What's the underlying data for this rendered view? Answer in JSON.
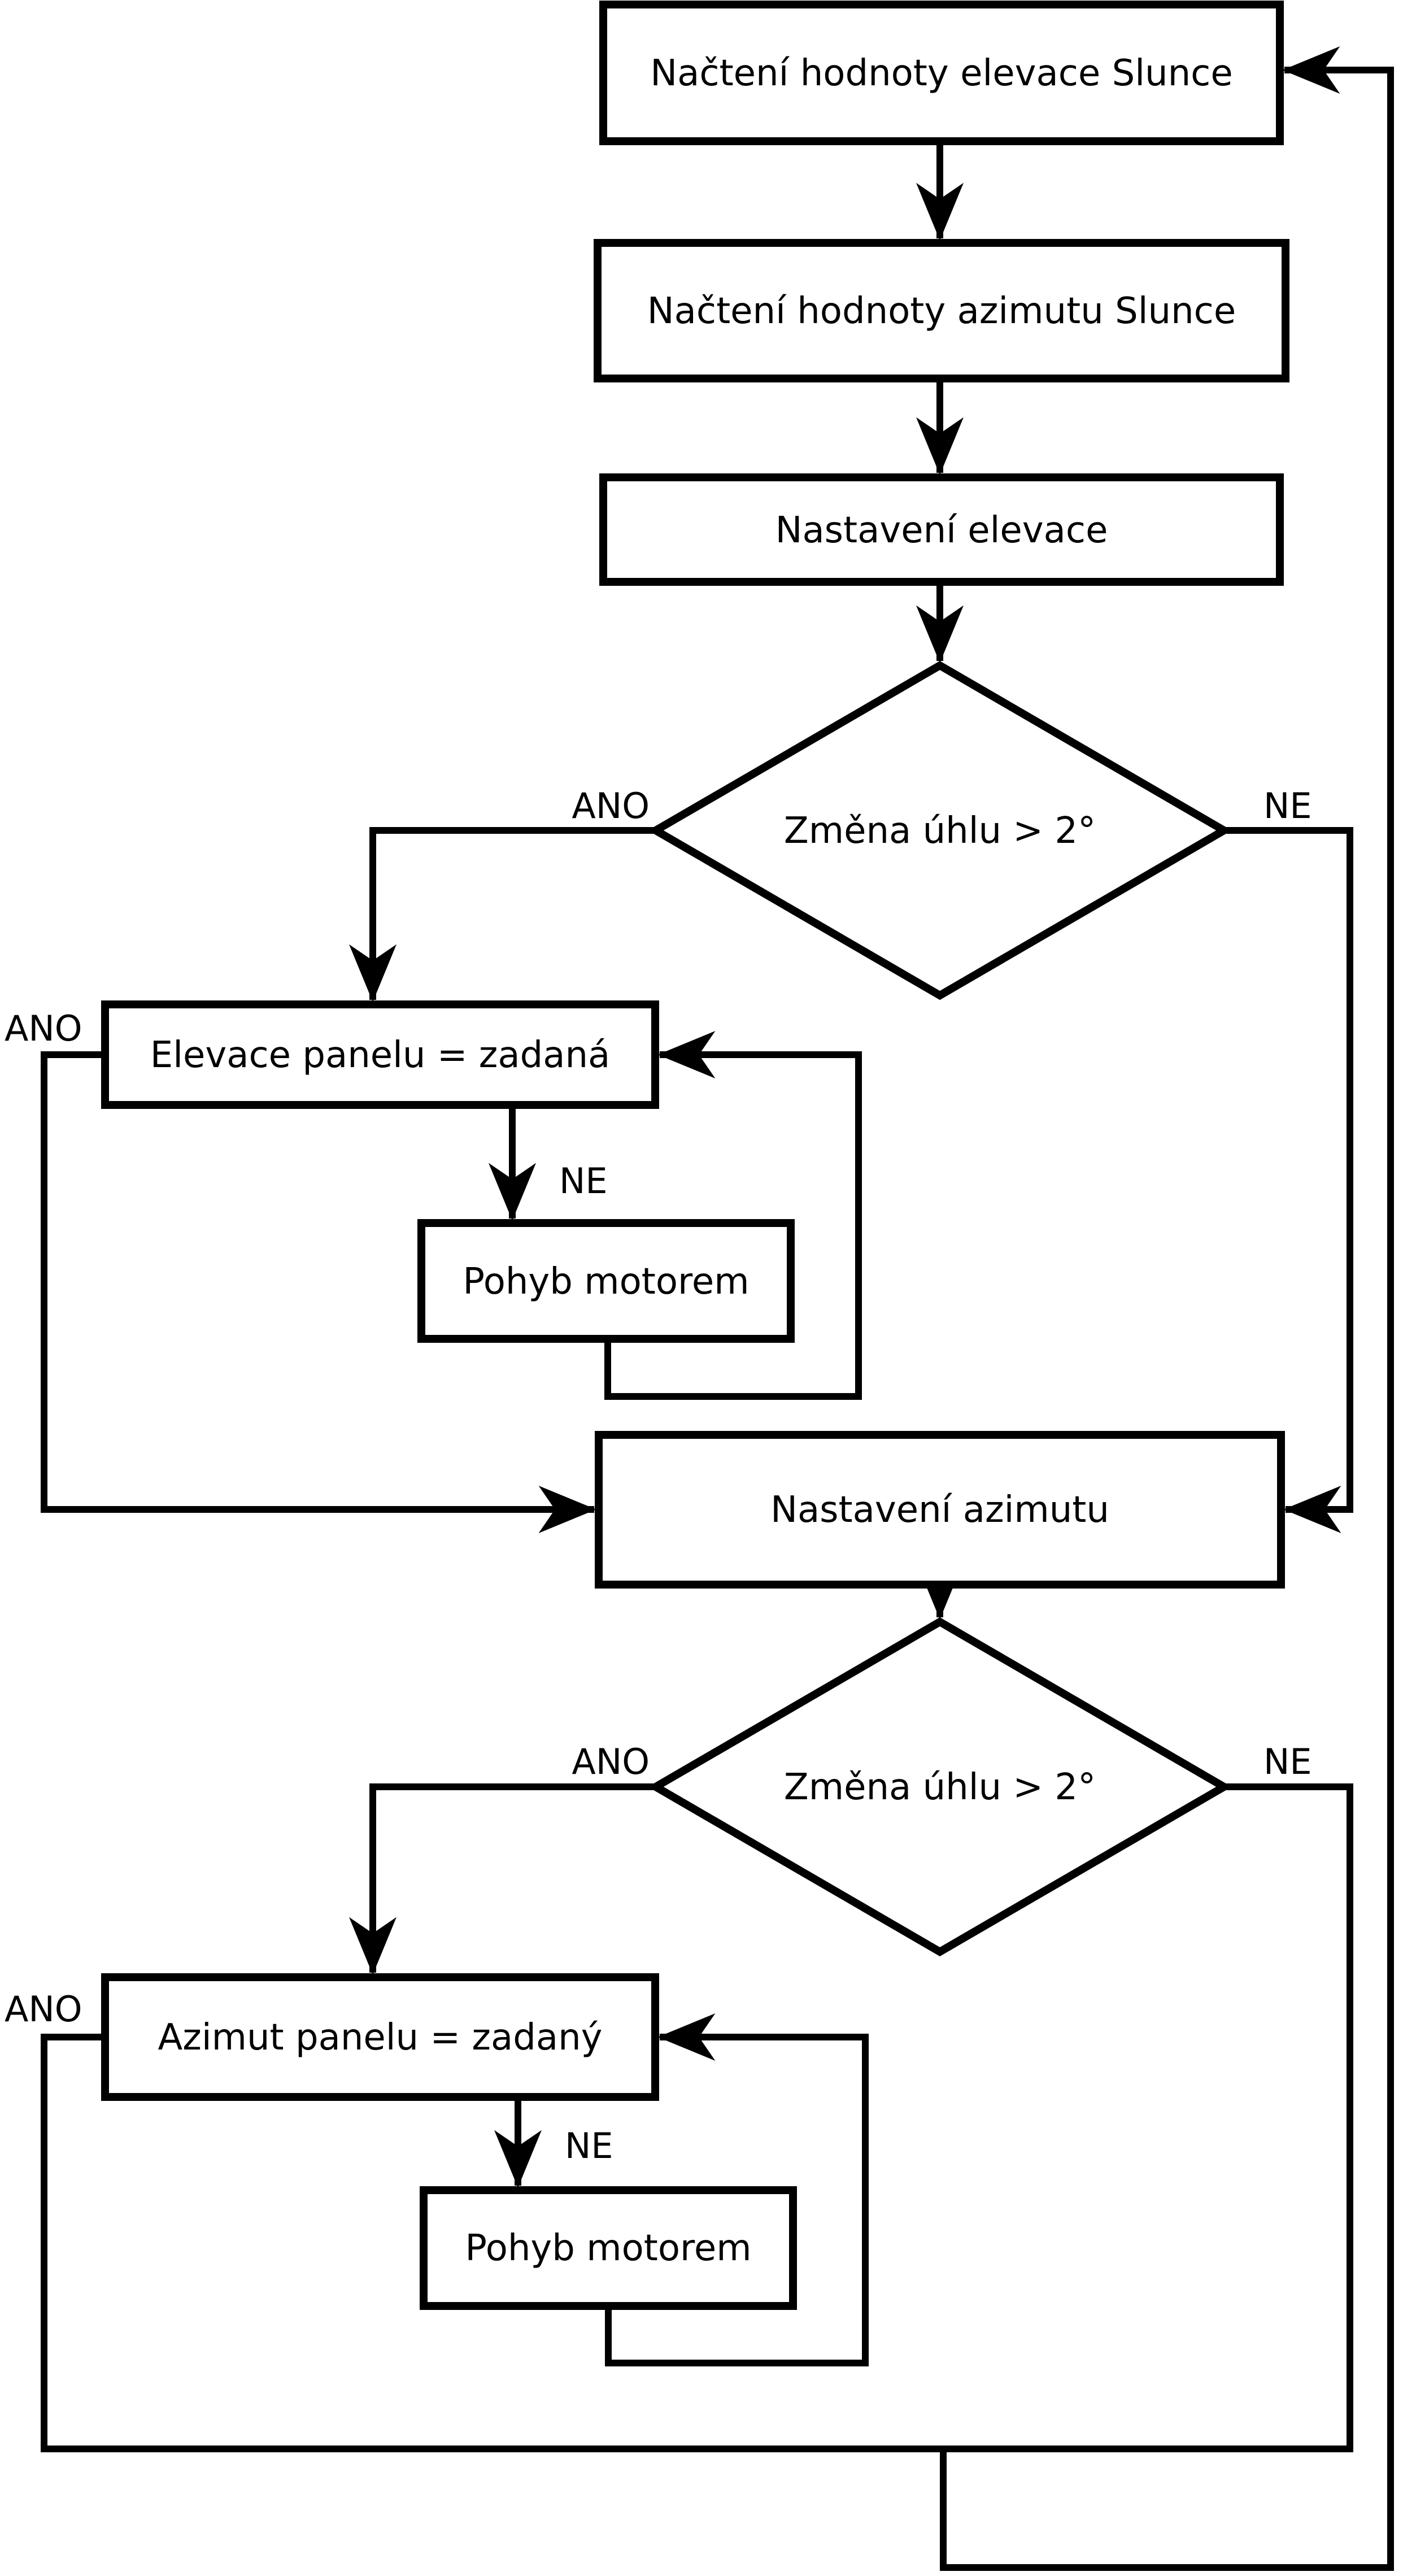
{
  "diagram": {
    "title": "Solar tracker control flowchart",
    "background_color": "#ffffff",
    "line_color": "#000000",
    "text_color": "#000000",
    "nodes": {
      "read_elevation": {
        "type": "process",
        "label": "Načtení hodnoty elevace Slunce"
      },
      "read_azimuth": {
        "type": "process",
        "label": "Načtení hodnoty azimutu Slunce"
      },
      "set_elevation": {
        "type": "process",
        "label": "Nastavení elevace"
      },
      "decision_elevation": {
        "type": "decision",
        "label": "Změna úhlu > 2°"
      },
      "elevation_equals": {
        "type": "process",
        "label": "Elevace panelu = zadaná"
      },
      "motor_move_elevation": {
        "type": "process",
        "label": "Pohyb motorem"
      },
      "set_azimuth": {
        "type": "process",
        "label": "Nastavení azimutu"
      },
      "decision_azimuth": {
        "type": "decision",
        "label": "Změna úhlu > 2°"
      },
      "azimuth_equals": {
        "type": "process",
        "label": "Azimut panelu = zadaný"
      },
      "motor_move_azimuth": {
        "type": "process",
        "label": "Pohyb motorem"
      }
    },
    "branches": {
      "d1_ano": "ANO",
      "d1_ne": "NE",
      "elev_ano": "ANO",
      "elev_ne": "NE",
      "d2_ano": "ANO",
      "d2_ne": "NE",
      "azim_ano": "ANO",
      "azim_ne": "NE"
    }
  }
}
